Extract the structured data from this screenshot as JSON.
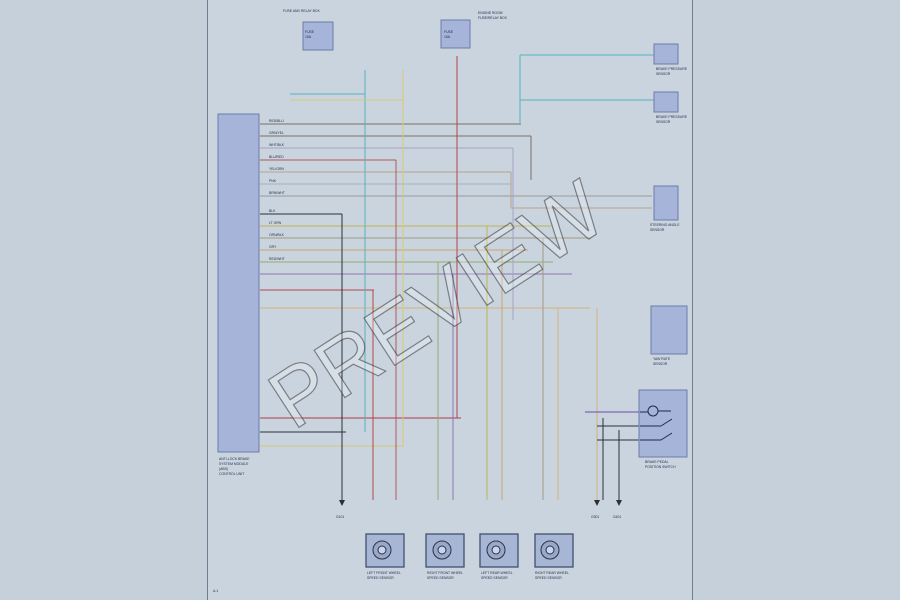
{
  "diagram": {
    "watermark": "PREVIEW",
    "components": {
      "abs_module": [
        "ANTI-LOCK BRAKE",
        "SYSTEM MODULE",
        "(ABS)",
        "CONTROL UNIT"
      ],
      "fuse_left": [
        "FUSE",
        "10A"
      ],
      "fuse_right": [
        "FUSE",
        "15A"
      ],
      "power_box_left": [
        "FUSE AND RELAY BOX"
      ],
      "power_box_right": [
        "ENGINE ROOM",
        "FUSE/RELAY BOX"
      ],
      "pressure_sensor_top": [
        "BRAKE PRESSURE",
        "SENSOR"
      ],
      "pressure_sensor_2": [
        "BRAKE PRESSURE",
        "SENSOR"
      ],
      "steering_sensor": [
        "STEERING ANGLE",
        "SENSOR"
      ],
      "yaw_sensor": [
        "YAW RATE",
        "SENSOR"
      ],
      "brake_switch": [
        "BRAKE PEDAL",
        "POSITION SWITCH"
      ],
      "wheel_sensor_1": [
        "LEFT FRONT WHEEL",
        "SPEED SENSOR"
      ],
      "wheel_sensor_2": [
        "RIGHT FRONT WHEEL",
        "SPEED SENSOR"
      ],
      "wheel_sensor_3": [
        "LEFT REAR WHEEL",
        "SPEED SENSOR"
      ],
      "wheel_sensor_4": [
        "RIGHT REAR WHEEL",
        "SPEED SENSOR"
      ],
      "ground_1": [
        "G101"
      ],
      "ground_2": [
        "G301"
      ],
      "ground_3": [
        "G401"
      ]
    },
    "wire_labels": [
      "RED/BLU",
      "GRN/YEL",
      "WHT/BLK",
      "BLU/RED",
      "YEL/GRN",
      "PNK",
      "BRN/WHT",
      "BLK",
      "LT GRN",
      "ORN/BLK",
      "GRY",
      "RED/WHT"
    ],
    "footer": "A-1"
  }
}
